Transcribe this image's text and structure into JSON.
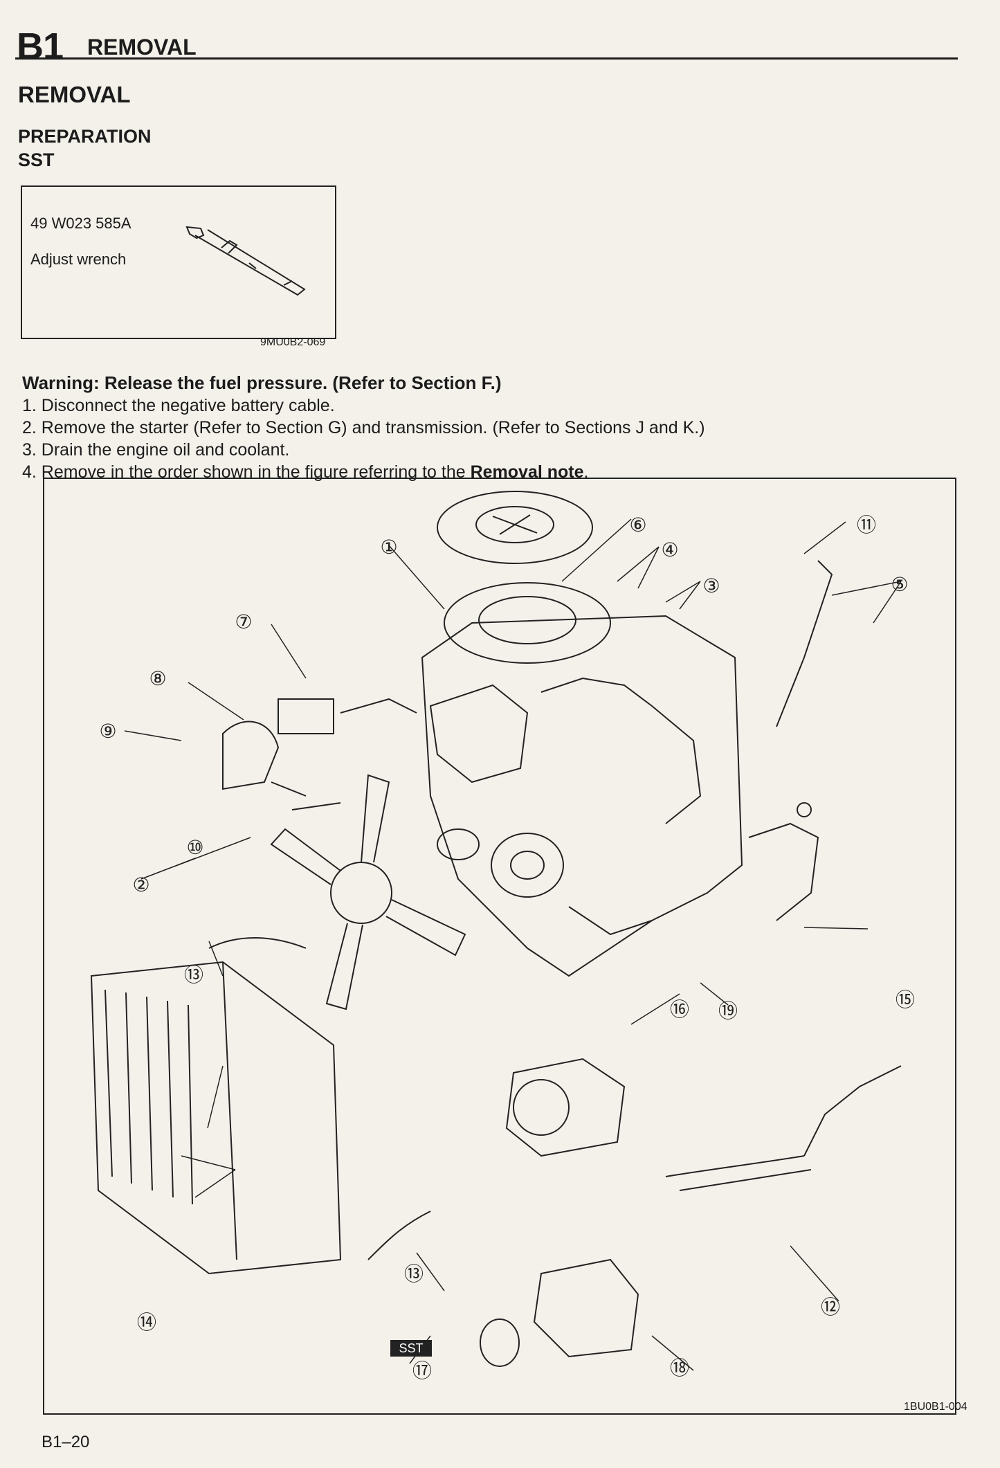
{
  "header": {
    "section": "B1",
    "section_title": "REMOVAL"
  },
  "page_title": "REMOVAL",
  "preparation": {
    "heading": "PREPARATION",
    "subheading": "SST"
  },
  "sst_tool": {
    "part_number": "49 W023 585A",
    "description": "Adjust wrench",
    "image_code": "9MU0B2-069"
  },
  "warning": "Warning: Release the fuel pressure. (Refer to Section F.)",
  "steps": [
    "1. Disconnect the negative battery cable.",
    "2. Remove the starter (Refer to Section G) and transmission. (Refer to Sections J and K.)",
    "3. Drain the engine oil and coolant.",
    "4. Remove in the order shown in the figure referring to the"
  ],
  "step4_bold": "Removal note",
  "step4_end": ".",
  "figure": {
    "image_code": "1BU0B1-004",
    "sst_tag": "SST",
    "callouts": [
      "①",
      "②",
      "③",
      "④",
      "⑤",
      "⑥",
      "⑦",
      "⑧",
      "⑨",
      "⑩",
      "⑪",
      "⑫",
      "⑬",
      "⑬",
      "⑭",
      "⑮",
      "⑯",
      "⑰",
      "⑱",
      "⑲"
    ]
  },
  "page_number": "B1–20"
}
